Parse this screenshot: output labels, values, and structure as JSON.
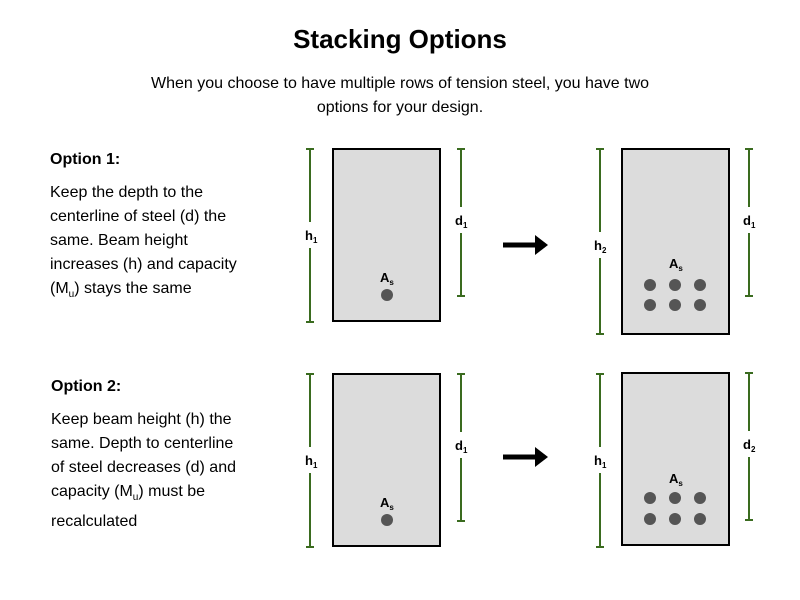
{
  "title": "Stacking Options",
  "intro": "When you choose to have multiple rows of tension steel, you have two options for your design.",
  "options": [
    {
      "heading": "Option 1:",
      "lines": [
        "Keep the depth to the",
        "centerline of steel (d) the",
        "same. Beam height",
        "increases (h) and capacity",
        {
          "pre": "(M",
          "sub": "u",
          "post": ") stays the same"
        }
      ]
    },
    {
      "heading": "Option 2:",
      "lines": [
        "Keep beam height (h) the",
        "same. Depth to centerline",
        "of steel decreases (d) and",
        {
          "pre": "capacity (M",
          "sub": "u",
          "post": ") must be"
        },
        "recalculated"
      ]
    }
  ],
  "labels": {
    "h": "h",
    "d": "d",
    "A": "A",
    "s": "s",
    "one": "1",
    "two": "2"
  },
  "colors": {
    "dimension_line": "#3a6b1f",
    "beam_fill": "#dcdcdc",
    "beam_stroke": "#000000",
    "rebar": "#555555",
    "arrow": "#000000"
  }
}
